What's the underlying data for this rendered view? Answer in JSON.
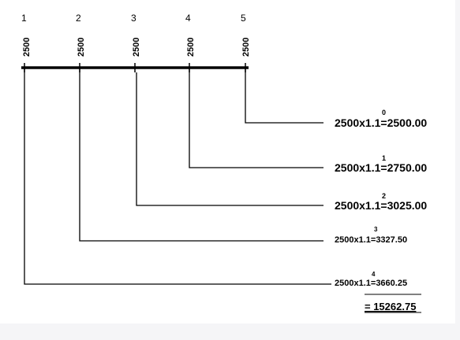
{
  "periods": [
    "1",
    "2",
    "3",
    "4",
    "5"
  ],
  "payment": "2500",
  "equations": [
    {
      "base": "2500x1.1",
      "exponent": "0",
      "result": "=2500.00"
    },
    {
      "base": "2500x1.1",
      "exponent": "1",
      "result": "=2750.00"
    },
    {
      "base": "2500x1.1",
      "exponent": "2",
      "result": "=3025.00"
    },
    {
      "base": "2500x1.1",
      "exponent": "3",
      "result": "=3327.50"
    },
    {
      "base": "2500x1.1",
      "exponent": "4",
      "result": "=3660.25"
    }
  ],
  "total": "= 15262.75"
}
